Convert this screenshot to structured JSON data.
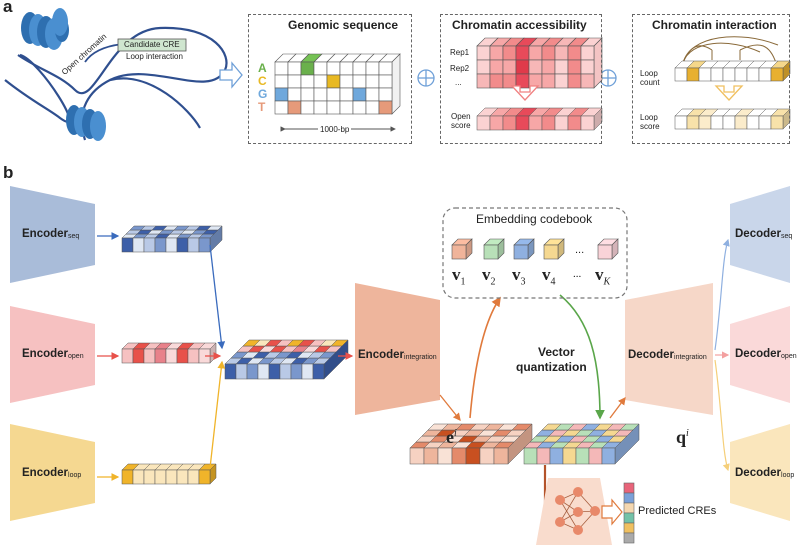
{
  "panels": {
    "a": "a",
    "b": "b"
  },
  "panel_a": {
    "open_chromatin": "Open chromatin",
    "candidate_cre": "Candidate CRE",
    "loop_interaction": "Loop interaction",
    "genomic": {
      "title": "Genomic sequence",
      "bases": [
        "A",
        "C",
        "G",
        "T"
      ],
      "base_colors": [
        "#6ab04c",
        "#e8b923",
        "#6fa8dc",
        "#e69a7a"
      ],
      "length": "1000-bp"
    },
    "accessibility": {
      "title": "Chromatin accessibility",
      "rep1": "Rep1",
      "rep2": "Rep2",
      "dots": "...",
      "open_score": [
        "Open",
        "score"
      ]
    },
    "interaction": {
      "title": "Chromatin interaction",
      "loop_count": [
        "Loop",
        "count"
      ],
      "loop_score": [
        "Loop",
        "score"
      ]
    }
  },
  "panel_b": {
    "encoders": [
      {
        "name": "Encoder",
        "sub": "seq"
      },
      {
        "name": "Encoder",
        "sub": "open"
      },
      {
        "name": "Encoder",
        "sub": "loop"
      }
    ],
    "encoder_integration": {
      "name": "Encoder",
      "sub": "integration"
    },
    "decoder_integration": {
      "name": "Decoder",
      "sub": "integration"
    },
    "decoders": [
      {
        "name": "Decoder",
        "sub": "seq"
      },
      {
        "name": "Decoder",
        "sub": "open"
      },
      {
        "name": "Decoder",
        "sub": "loop"
      }
    ],
    "codebook": {
      "title": "Embedding codebook",
      "vectors": [
        {
          "v": "v",
          "sub": "1"
        },
        {
          "v": "v",
          "sub": "2"
        },
        {
          "v": "v",
          "sub": "3"
        },
        {
          "v": "v",
          "sub": "4"
        },
        {
          "v": "...",
          "sub": ""
        },
        {
          "v": "v",
          "sub": "K"
        }
      ],
      "dots": "..."
    },
    "vector_quantization": [
      "Vector",
      "quantization"
    ],
    "e_label": "e",
    "e_sup": "i",
    "q_label": "q",
    "q_sup": "i",
    "predicted": "Predicted CREs"
  },
  "colors": {
    "seq_blue": "#a9bcd9",
    "open_pink": "#f6c1c1",
    "loop_yellow": "#f5d891",
    "integration_salmon": "#eeb59c",
    "arrow_blue": "#3a6bbd",
    "arrow_red": "#e8514a",
    "arrow_yellow": "#f0b42a",
    "arrow_orange": "#e07a3c",
    "arrow_green": "#5aa64a",
    "arrow_brown": "#b4532a"
  }
}
